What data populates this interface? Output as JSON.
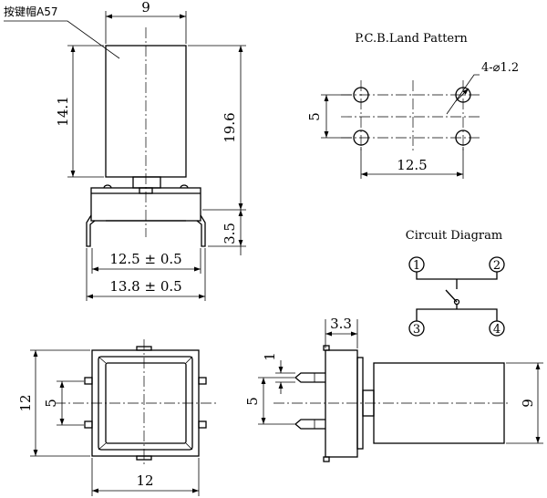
{
  "part_callout": "按键帽A57",
  "front_view": {
    "cap_width": "9",
    "cap_height": "14.1",
    "total_height": "19.6",
    "lead_length": "3.5",
    "pin_pitch": "12.5 ± 0.5",
    "body_width": "13.8 ± 0.5"
  },
  "pcb_land": {
    "title": "P.C.B.Land Pattern",
    "hole_callout": "4-⌀1.2",
    "row_spacing": "5",
    "col_spacing": "12.5"
  },
  "circuit": {
    "title": "Circuit Diagram",
    "pins": [
      "1",
      "2",
      "3",
      "4"
    ]
  },
  "top_view": {
    "width": "12",
    "height": "12",
    "pin_spacing": "5"
  },
  "side_view": {
    "base_thickness": "3.3",
    "pin_width": "1",
    "pin_spacing": "5",
    "cap_dimension": "9"
  }
}
